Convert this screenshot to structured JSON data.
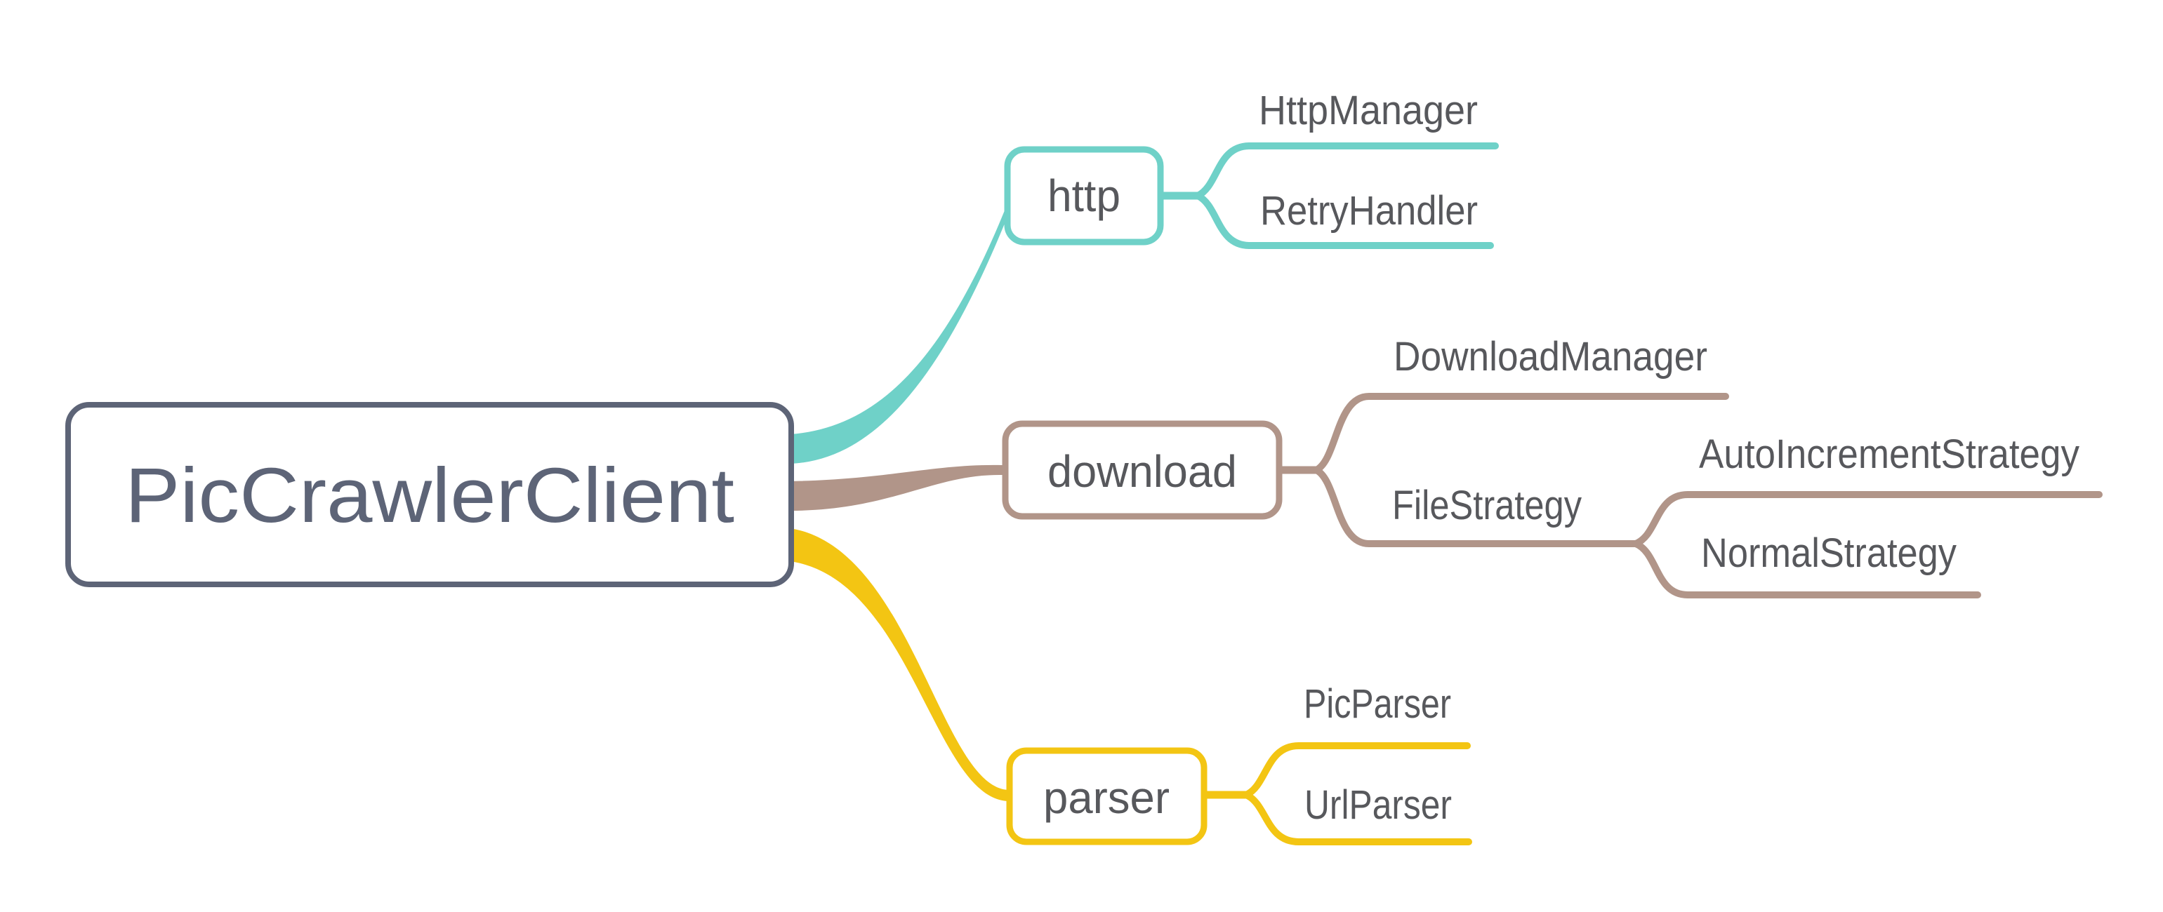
{
  "colors": {
    "root": "#5d6477",
    "http": "#6fd1c8",
    "download": "#b19589",
    "parser": "#f3c513",
    "text": "#57585c",
    "background": "#ffffff"
  },
  "root": {
    "label": "PicCrawlerClient"
  },
  "branches": [
    {
      "label": "http",
      "children": [
        {
          "label": "HttpManager"
        },
        {
          "label": "RetryHandler"
        }
      ]
    },
    {
      "label": "download",
      "children": [
        {
          "label": "DownloadManager"
        },
        {
          "label": "FileStrategy",
          "children": [
            {
              "label": "AutoIncrementStrategy"
            },
            {
              "label": "NormalStrategy"
            }
          ]
        }
      ]
    },
    {
      "label": "parser",
      "children": [
        {
          "label": "PicParser"
        },
        {
          "label": "UrlParser"
        }
      ]
    }
  ]
}
